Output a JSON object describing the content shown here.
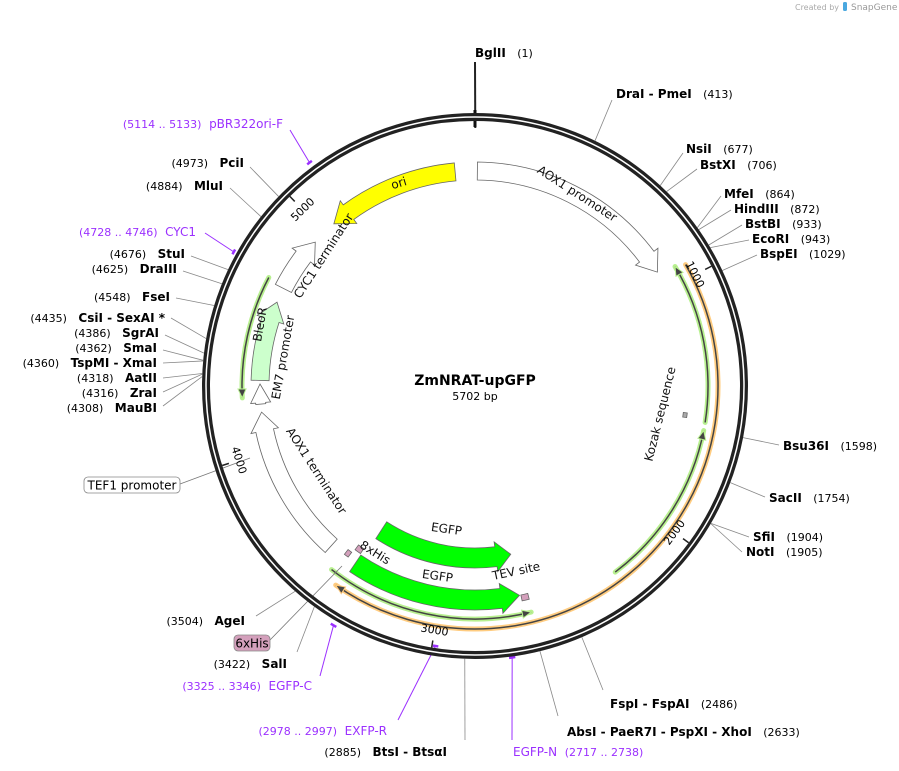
{
  "credit": {
    "created_by": "Created by",
    "brand": "SnapGene"
  },
  "plasmid": {
    "name": "ZmNRAT-upGFP",
    "length_label": "5702 bp",
    "length": 5702
  },
  "ticks": [
    {
      "bp": 1000,
      "label": "1000"
    },
    {
      "bp": 2000,
      "label": "2000"
    },
    {
      "bp": 3000,
      "label": "3000"
    },
    {
      "bp": 4000,
      "label": "4000"
    },
    {
      "bp": 5000,
      "label": "5000"
    }
  ],
  "features": [
    {
      "name": "AOX1 promoter",
      "start": 10,
      "end": 919,
      "direction": "forward",
      "color": "#ffffff"
    },
    {
      "name": "ori",
      "start": 5052,
      "end": 5618,
      "direction": "reverse",
      "color": "#ffff00"
    },
    {
      "name": "CYC1 terminator",
      "start": 4704,
      "end": 4942,
      "direction": "forward",
      "color": "#ffffff"
    },
    {
      "name": "BleoR",
      "start": 4300,
      "end": 4640,
      "direction": "forward",
      "color": "#ccffcc"
    },
    {
      "name": "EM7 promoter",
      "start": 4200,
      "end": 4285,
      "direction": "forward",
      "color": "#ffffff"
    },
    {
      "name": "AOX1 terminator",
      "start": 3516,
      "end": 4166,
      "direction": "forward",
      "color": "#ffffff"
    },
    {
      "name": "EGFP",
      "start": 2661,
      "end": 3390,
      "direction": "reverse",
      "color": "#00ff00"
    },
    {
      "name": "EGFP",
      "start": 2661,
      "end": 3374,
      "direction": "reverse",
      "color": "#00ff00"
    },
    {
      "name": "TEV site",
      "start": 2625,
      "end": 2655,
      "direction": "none",
      "color": "#d4a0bc"
    },
    {
      "name": "8xHis",
      "start": 3395,
      "end": 3425,
      "direction": "none",
      "color": "#d4a0bc"
    },
    {
      "name": "Kozak sequence",
      "start": 1540,
      "end": 1560,
      "direction": "none",
      "color": "#aaaaaa"
    },
    {
      "name": "6xHis",
      "start": 3430,
      "end": 3450,
      "direction": "none",
      "color": "#d4a0bc"
    },
    {
      "name": "TEF1 promoter",
      "start": 4150,
      "end": 4190,
      "direction": "none",
      "color": "#ffffff"
    }
  ],
  "orfs": [
    {
      "start": 951,
      "end": 3405,
      "direction": "forward",
      "color": "#ffcc80"
    },
    {
      "start": 937,
      "end": 1568,
      "direction": "reverse",
      "color": "#b8f090"
    },
    {
      "start": 1600,
      "end": 2265,
      "direction": "reverse",
      "color": "#b8f090"
    },
    {
      "start": 2630,
      "end": 3453,
      "direction": "reverse",
      "color": "#b8f090"
    },
    {
      "start": 4230,
      "end": 4716,
      "direction": "reverse",
      "color": "#b8f090"
    }
  ],
  "enzymes": [
    {
      "names": "BglII",
      "pos": "(1)",
      "bp": 1
    },
    {
      "names": "DraI  - PmeI",
      "pos": "(413)",
      "bp": 413
    },
    {
      "names": "NsiI",
      "pos": "(677)",
      "bp": 677
    },
    {
      "names": "BstXI",
      "pos": "(706)",
      "bp": 706
    },
    {
      "names": "MfeI",
      "pos": "(864)",
      "bp": 864
    },
    {
      "names": "HindIII",
      "pos": "(872)",
      "bp": 872
    },
    {
      "names": "BstBI",
      "pos": "(933)",
      "bp": 933
    },
    {
      "names": "EcoRI",
      "pos": "(943)",
      "bp": 943
    },
    {
      "names": "BspEI",
      "pos": "(1029)",
      "bp": 1029
    },
    {
      "names": "Bsu36I",
      "pos": "(1598)",
      "bp": 1598
    },
    {
      "names": "SacII",
      "pos": "(1754)",
      "bp": 1754
    },
    {
      "names": "SfiI",
      "pos": "(1904)",
      "bp": 1904
    },
    {
      "names": "NotI",
      "pos": "(1905)",
      "bp": 1905
    },
    {
      "names": "FspI  - FspAI",
      "pos": "(2486)",
      "bp": 2486
    },
    {
      "names": "AbsI  - PaeR7I  - PspXI  - XhoI",
      "pos": "(2633)",
      "bp": 2633
    },
    {
      "names": "BtsI  - BtsαI",
      "pos": "(2885)",
      "bp": 2885
    },
    {
      "names": "SalI",
      "pos": "(3422)",
      "bp": 3422
    },
    {
      "names": "AgeI",
      "pos": "(3504)",
      "bp": 3504
    },
    {
      "names": "MauBI",
      "pos": "(4308)",
      "bp": 4308
    },
    {
      "names": "ZraI",
      "pos": "(4316)",
      "bp": 4316
    },
    {
      "names": "AatII",
      "pos": "(4318)",
      "bp": 4318
    },
    {
      "names": "TspMI  - XmaI",
      "pos": "(4360)",
      "bp": 4360
    },
    {
      "names": "SmaI",
      "pos": "(4362)",
      "bp": 4362
    },
    {
      "names": "SgrAI",
      "pos": "(4386)",
      "bp": 4386
    },
    {
      "names": "CsiI  - SexAI *",
      "pos": "(4435)",
      "bp": 4435
    },
    {
      "names": "FseI",
      "pos": "(4548)",
      "bp": 4548
    },
    {
      "names": "DraIII",
      "pos": "(4625)",
      "bp": 4625
    },
    {
      "names": "StuI",
      "pos": "(4676)",
      "bp": 4676
    },
    {
      "names": "MluI",
      "pos": "(4884)",
      "bp": 4884
    },
    {
      "names": "PciI",
      "pos": "(4973)",
      "bp": 4973
    }
  ],
  "primers": [
    {
      "name": "pBR322ori-F",
      "range": "(5114 .. 5133)",
      "start": 5114,
      "end": 5133
    },
    {
      "name": "CYC1",
      "range": "(4728 .. 4746)",
      "start": 4728,
      "end": 4746
    },
    {
      "name": "EGFP-C",
      "range": "(3325 .. 3346)",
      "start": 3325,
      "end": 3346
    },
    {
      "name": "EXFP-R",
      "range": "(2978 .. 2997)",
      "start": 2978,
      "end": 2997
    },
    {
      "name": "EGFP-N",
      "range": "(2717 .. 2738)",
      "start": 2717,
      "end": 2738
    }
  ]
}
